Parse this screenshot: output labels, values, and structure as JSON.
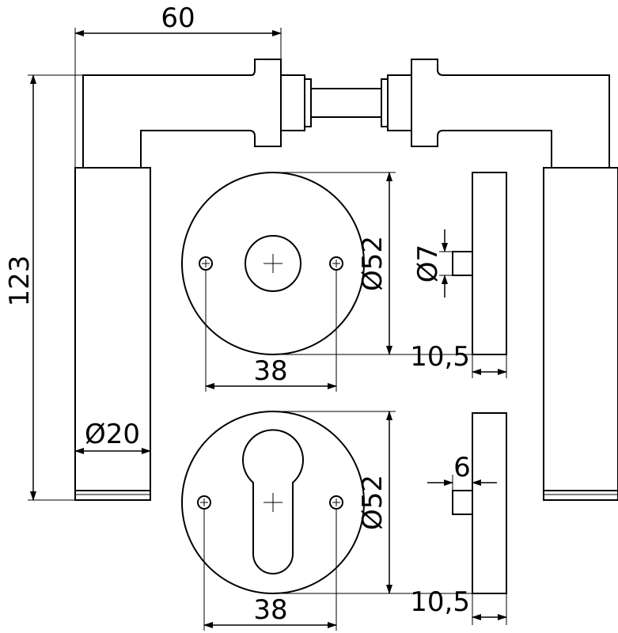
{
  "dimensions": {
    "handle_length": "60",
    "handle_height": "123",
    "grip_diameter": "Ø20",
    "rosette_top_diameter": "Ø52",
    "rosette_top_screw_spacing": "38",
    "rosette_bottom_diameter": "Ø52",
    "rosette_bottom_screw_spacing": "38",
    "spindle_hole_diameter": "Ø7",
    "rosette_top_thickness": "10,5",
    "rosette_bottom_thickness": "10,5",
    "cylinder_projection": "6"
  }
}
